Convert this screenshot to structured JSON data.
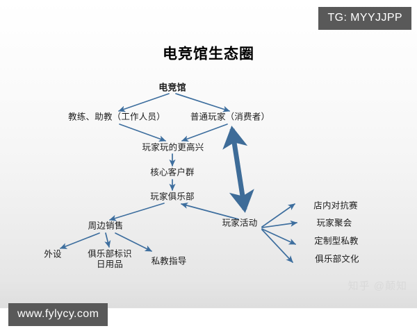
{
  "page": {
    "title": "电竞馆生态圈",
    "background_color": "#f2f2f2",
    "arrow_color": "#3d6e9e",
    "text_color": "#1b1b1b"
  },
  "watermarks": {
    "tg": "TG: MYYJJPP",
    "site": "www.fylycy.com",
    "zhihu": "知乎 @颠知",
    "box_color": "#595959"
  },
  "diagram": {
    "root": "电竞馆",
    "nodes": {
      "coach": "教练、助教（工作人员）",
      "player": "普通玩家（消费者）",
      "happier": "玩家玩的更高兴",
      "core_customers": "核心客户群",
      "player_club": "玩家俱乐部",
      "merch_sales": "周边销售",
      "player_activity": "玩家活动",
      "peripherals": "外设",
      "club_logo_line1": "俱乐部标识",
      "club_logo_line2": "日用品",
      "private_coaching": "私教指导",
      "in_store_match": "店内对抗赛",
      "player_meetup": "玩家聚会",
      "custom_private_coach": "定制型私教",
      "club_culture": "俱乐部文化"
    }
  }
}
